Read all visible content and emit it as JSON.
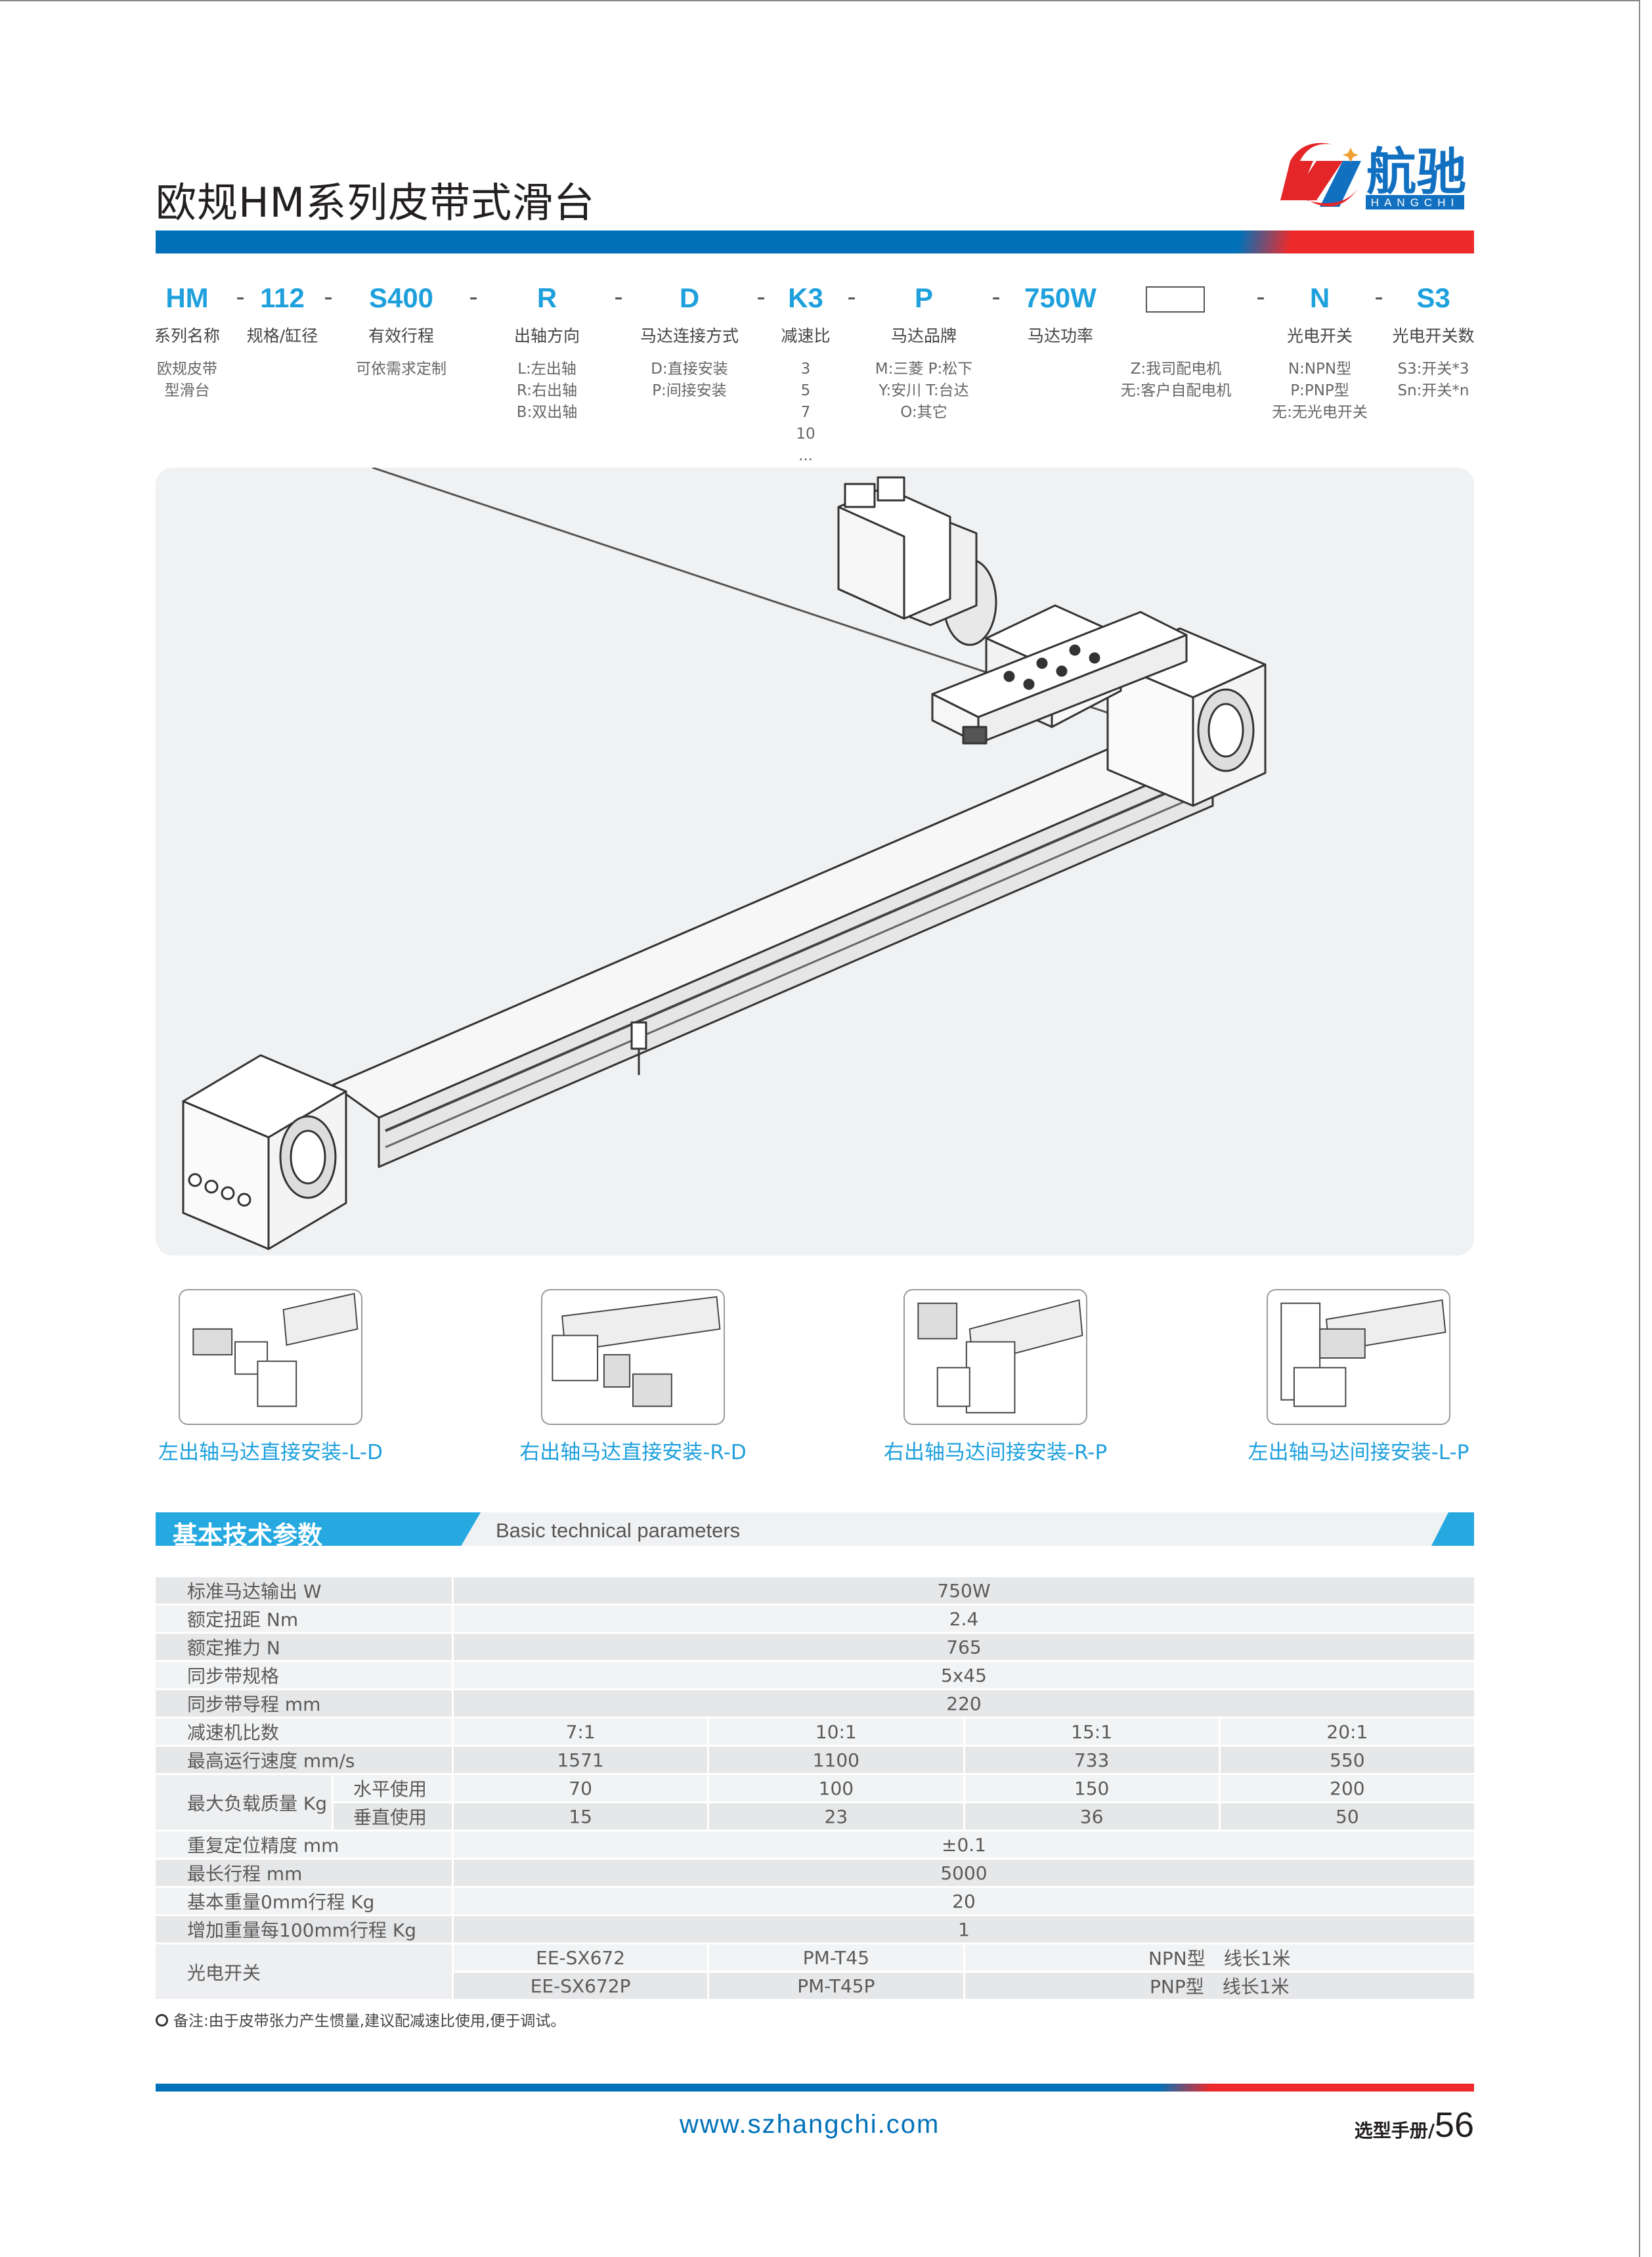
{
  "header": {
    "title": "欧规HM系列皮带式滑台",
    "logo": {
      "cn": "航驰",
      "en": "HANGCHI"
    },
    "colors": {
      "blue": "#0071b9",
      "red": "#ee2a2a",
      "accent": "#1ea0dc"
    }
  },
  "model_code": {
    "separator": "-",
    "items": [
      {
        "code": "HM",
        "label": "系列名称",
        "desc": [
          "欧规皮带",
          "型滑台"
        ]
      },
      {
        "code": "112",
        "label": "规格/缸径",
        "desc": []
      },
      {
        "code": "S400",
        "label": "有效行程",
        "desc": [
          "可依需求定制"
        ]
      },
      {
        "code": "R",
        "label": "出轴方向",
        "desc": [
          "L:左出轴",
          "R:右出轴",
          "B:双出轴"
        ]
      },
      {
        "code": "D",
        "label": "马达连接方式",
        "desc": [
          "D:直接安装",
          "P:间接安装"
        ]
      },
      {
        "code": "K3",
        "label": "减速比",
        "desc": [
          "3",
          "5",
          "7",
          "10",
          "..."
        ]
      },
      {
        "code": "P",
        "label": "马达品牌",
        "desc": [
          "M:三菱 P:松下",
          "Y:安川 T:台达",
          "O:其它"
        ]
      },
      {
        "code": "750W",
        "label": "马达功率",
        "desc": []
      },
      {
        "code": "",
        "label": "",
        "desc": [
          "Z:我司配电机",
          "无:客户自配电机"
        ]
      },
      {
        "code": "N",
        "label": "光电开关",
        "desc": [
          "N:NPN型",
          "P:PNP型",
          "无:无光电开关"
        ]
      },
      {
        "code": "S3",
        "label": "光电开关数",
        "desc": [
          "S3:开关*3",
          "Sn:开关*n"
        ]
      }
    ]
  },
  "variants": [
    {
      "caption": "左出轴马达直接安装-L-D"
    },
    {
      "caption": "右出轴马达直接安装-R-D"
    },
    {
      "caption": "右出轴马达间接安装-R-P"
    },
    {
      "caption": "左出轴马达间接安装-L-P"
    }
  ],
  "specs": {
    "title": "基本技术参数",
    "subtitle": "Basic technical parameters",
    "rows": [
      {
        "label": "标准马达输出 W",
        "value": "750W"
      },
      {
        "label": "额定扭距 Nm",
        "value": "2.4"
      },
      {
        "label": "额定推力 N",
        "value": "765"
      },
      {
        "label": "同步带规格",
        "value": "5x45"
      },
      {
        "label": "同步带导程 mm",
        "value": "220"
      },
      {
        "label": "减速机比数",
        "values": [
          "7:1",
          "10:1",
          "15:1",
          "20:1"
        ]
      },
      {
        "label": "最高运行速度 mm/s",
        "values": [
          "1571",
          "1100",
          "733",
          "550"
        ]
      },
      {
        "label": "最大负载质量 Kg",
        "sub": [
          {
            "label": "水平使用",
            "values": [
              "70",
              "100",
              "150",
              "200"
            ]
          },
          {
            "label": "垂直使用",
            "values": [
              "15",
              "23",
              "36",
              "50"
            ]
          }
        ]
      },
      {
        "label": "重复定位精度 mm",
        "value": "±0.1"
      },
      {
        "label": "最长行程 mm",
        "value": "5000"
      },
      {
        "label": "基本重量0mm行程 Kg",
        "value": "20"
      },
      {
        "label": "增加重量每100mm行程 Kg",
        "value": "1"
      },
      {
        "label": "光电开关",
        "switch": [
          [
            "EE-SX672",
            "PM-T45",
            "NPN型　线长1米"
          ],
          [
            "EE-SX672P",
            "PM-T45P",
            "PNP型　线长1米"
          ]
        ]
      }
    ],
    "note": "备注:由于皮带张力产生惯量,建议配减速比使用,便于调试。"
  },
  "footer": {
    "website": "www.szhangchi.com",
    "page_label": "选型手册/",
    "page_number": "56"
  }
}
